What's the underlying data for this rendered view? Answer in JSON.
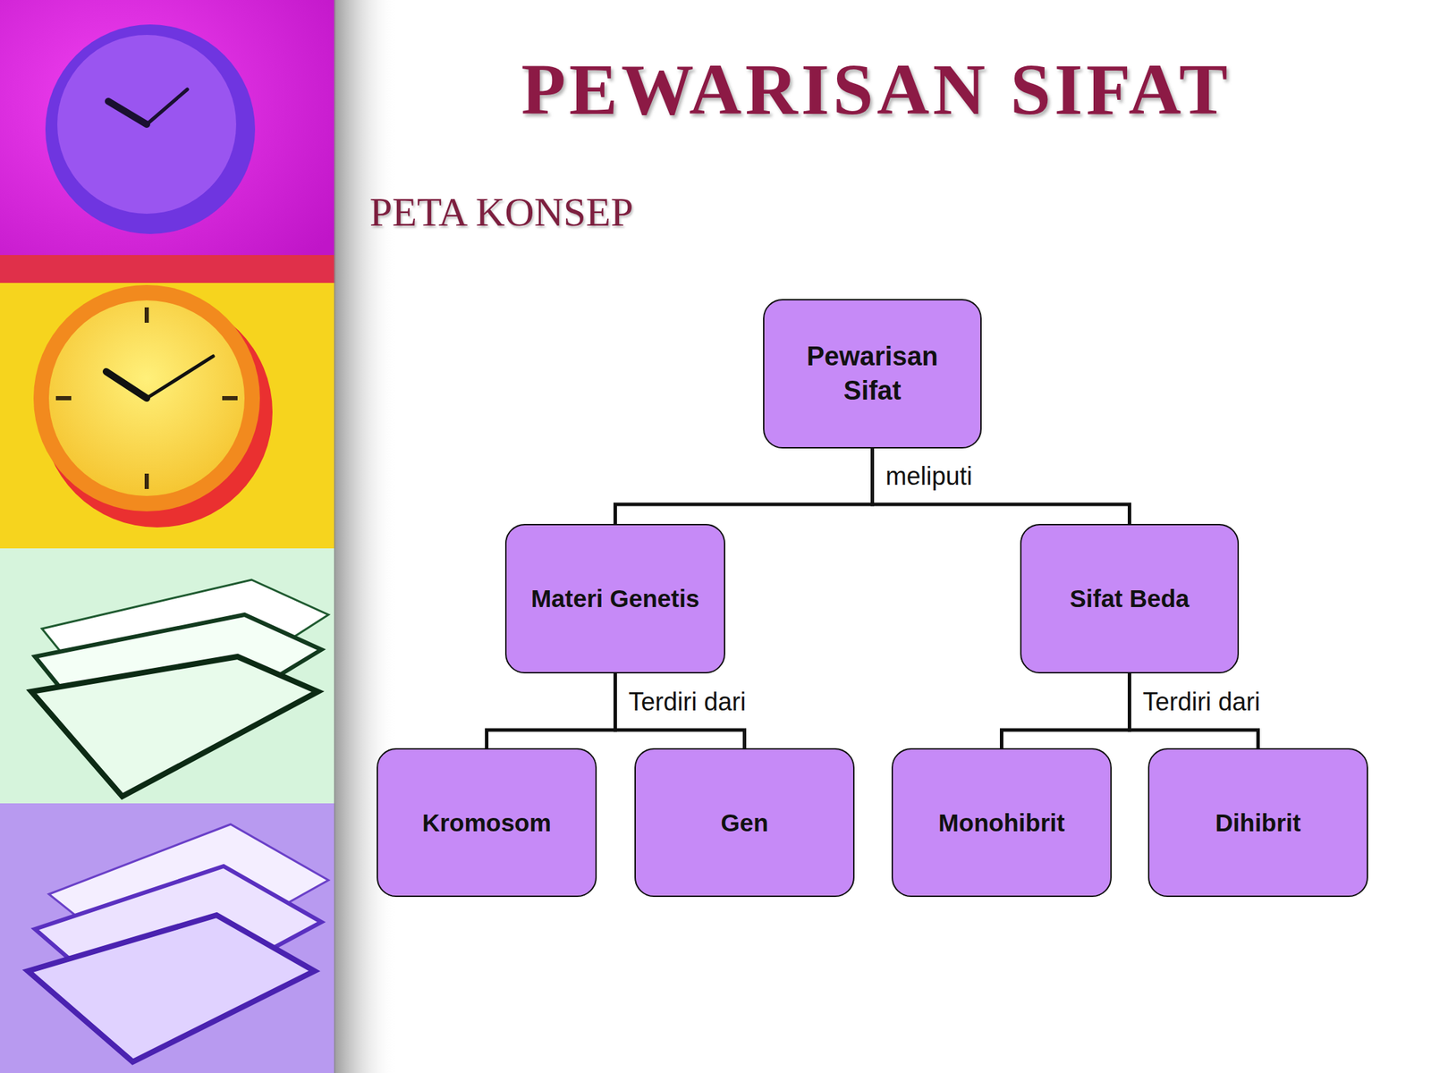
{
  "diagram": {
    "title": "PEWARISAN SIFAT",
    "nodes": [
      {
        "text": [
          "Pewarisan Sifat"
        ]
      },
      {
        "text": [
          "Materi Genetis"
        ]
      },
      {
        "text": [
          "Sifat Beda"
        ]
      },
      {
        "text": [
          "Kromosom"
        ]
      },
      {
        "text": [
          "Gen"
        ]
      },
      {
        "text": [
          "Monohibrit"
        ]
      },
      {
        "text": [
          "Dihibrit"
        ]
      }
    ],
    "edges": [
      {
        "from": 0,
        "to": 1,
        "arrow": "none",
        "label": "meliputi"
      },
      {
        "from": 0,
        "to": 2,
        "arrow": "none"
      },
      {
        "from": 1,
        "to": 3,
        "arrow": "none",
        "label": "Terdiri dari"
      },
      {
        "from": 1,
        "to": 4,
        "arrow": "none"
      },
      {
        "from": 2,
        "to": 5,
        "arrow": "none",
        "label": "Terdiri dari"
      },
      {
        "from": 2,
        "to": 6,
        "arrow": "none"
      }
    ],
    "labels": [
      "PETA KONSEP"
    ]
  }
}
